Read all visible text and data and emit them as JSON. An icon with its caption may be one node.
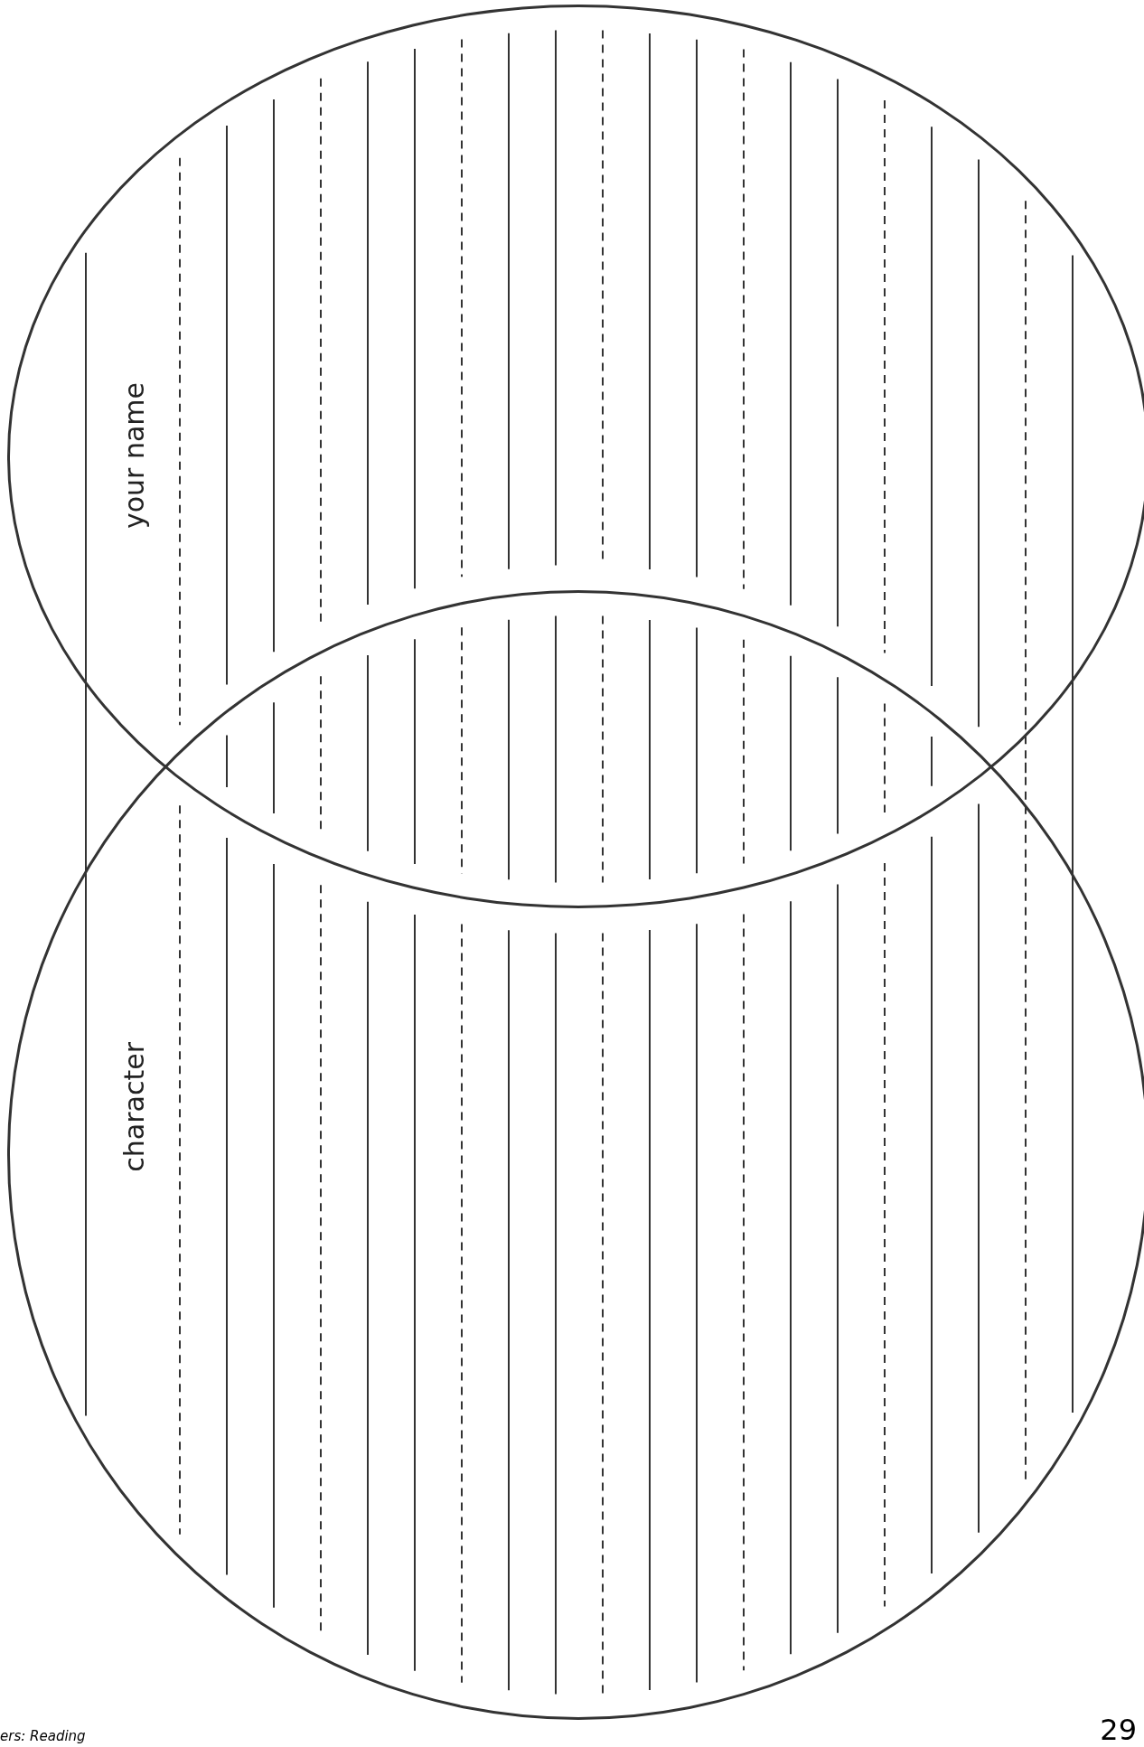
{
  "diagram": {
    "nodes": [
      {
        "text": [
          "your name"
        ]
      },
      {
        "text": [
          "character"
        ]
      }
    ],
    "edges": [],
    "labels": [
      "ers: Reading",
      "29"
    ]
  }
}
